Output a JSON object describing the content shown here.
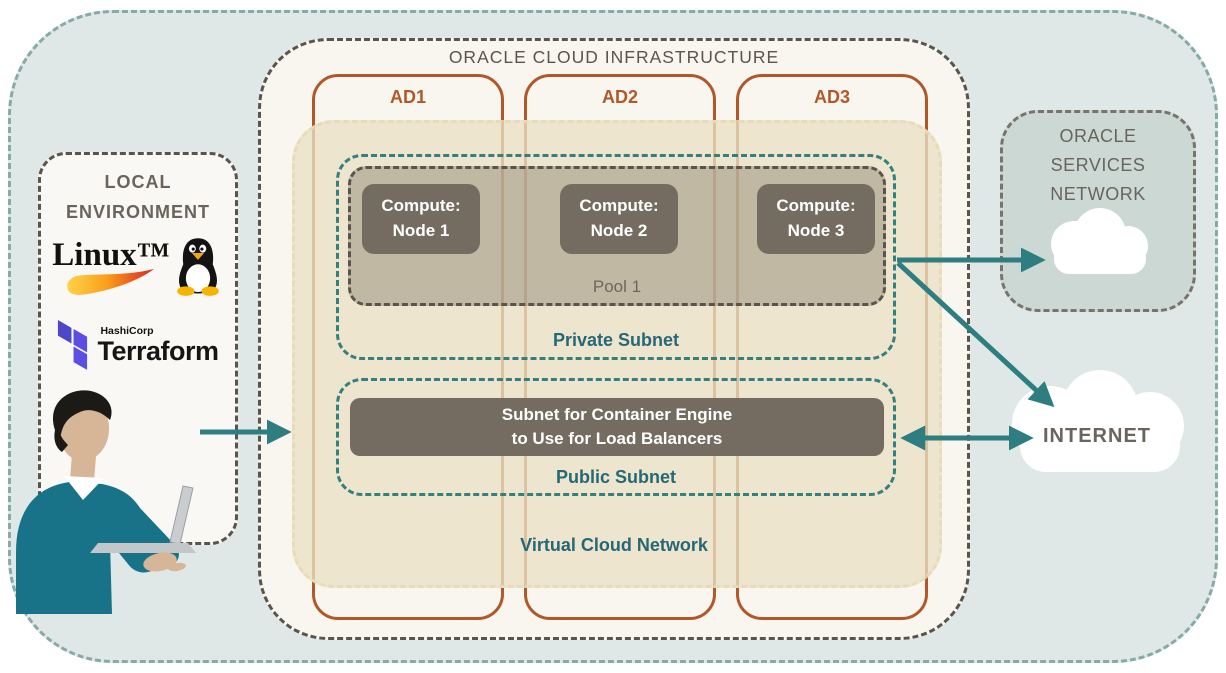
{
  "diagram": {
    "local_env": {
      "title": "LOCAL ENVIRONMENT",
      "linux": {
        "wordmark": "Linux™"
      },
      "terraform": {
        "brand": "HashiCorp",
        "wordmark": "Terraform"
      }
    },
    "oci": {
      "title": "ORACLE CLOUD INFRASTRUCTURE",
      "ads": [
        {
          "label": "AD1"
        },
        {
          "label": "AD2"
        },
        {
          "label": "AD3"
        }
      ],
      "vcn": {
        "label": "Virtual Cloud Network",
        "private_subnet": {
          "label": "Private Subnet",
          "pool": {
            "label": "Pool 1",
            "nodes": [
              {
                "line1": "Compute:",
                "line2": "Node 1"
              },
              {
                "line1": "Compute:",
                "line2": "Node 2"
              },
              {
                "line1": "Compute:",
                "line2": "Node 3"
              }
            ]
          }
        },
        "public_subnet": {
          "label": "Public Subnet",
          "load_balancer_subnet": {
            "line1": "Subnet for Container Engine",
            "line2": "to Use for Load Balancers"
          }
        }
      }
    },
    "oracle_services_network": {
      "label": "ORACLE SERVICES NETWORK"
    },
    "internet": {
      "label": "INTERNET"
    },
    "colors": {
      "outer_bg": "#dfe8e7",
      "oci_bg": "#f9f6f0",
      "vcn_tan": "#ece3ca",
      "ad_rust": "#b1582a",
      "teal_label": "#266876",
      "arrow_teal": "#2e7d80",
      "node_gray": "#746c61",
      "services_bg": "#cbd8d4",
      "terraform_purple": "#5c4ee5"
    }
  }
}
